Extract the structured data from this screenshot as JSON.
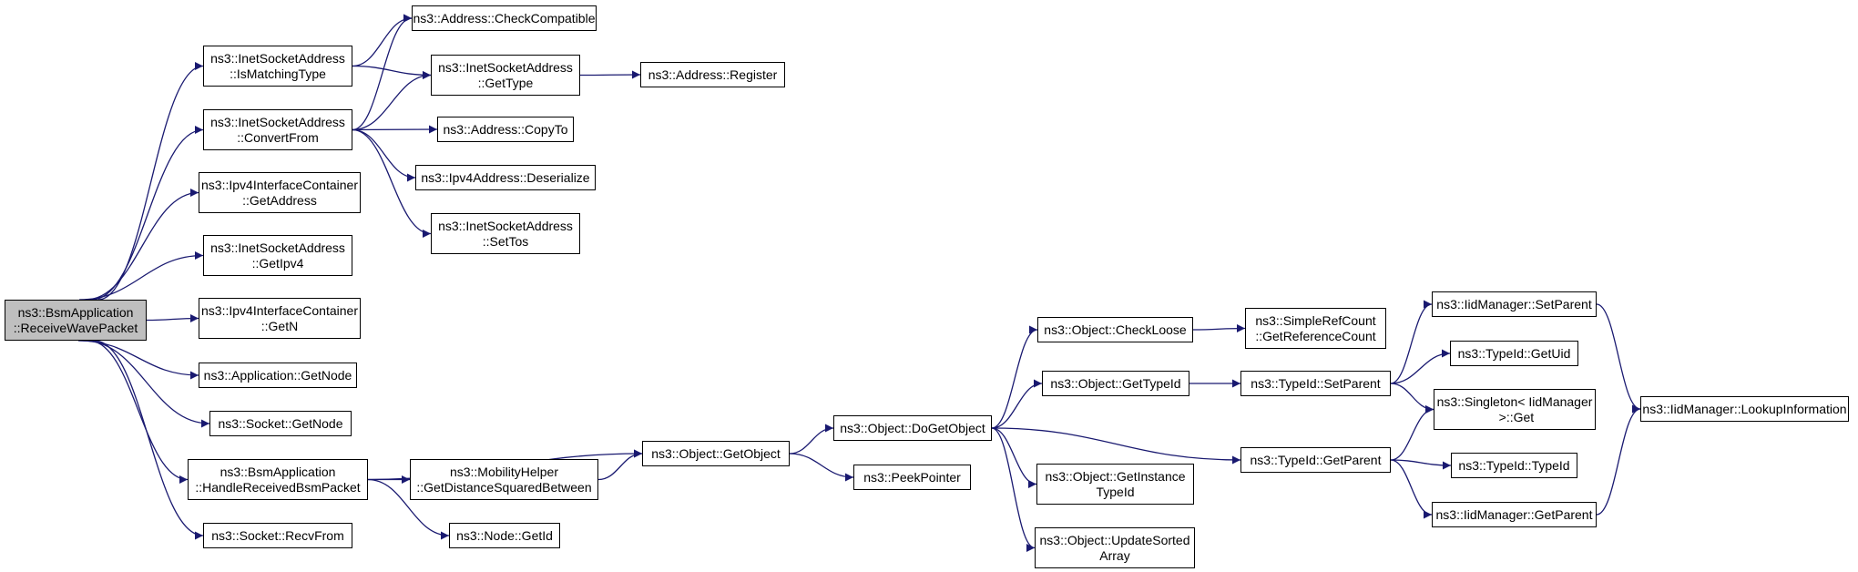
{
  "graph": {
    "edge_color": "#191970",
    "root_fill": "#bfbfbf",
    "nodes": [
      {
        "id": "root",
        "label": "ns3::BsmApplication\n::ReceiveWavePacket",
        "root": true
      },
      {
        "id": "ismatching",
        "label": "ns3::InetSocketAddress\n::IsMatchingType"
      },
      {
        "id": "convertfrom",
        "label": "ns3::InetSocketAddress\n::ConvertFrom"
      },
      {
        "id": "ipv4getaddr",
        "label": "ns3::Ipv4InterfaceContainer\n::GetAddress"
      },
      {
        "id": "getipv4",
        "label": "ns3::InetSocketAddress\n::GetIpv4"
      },
      {
        "id": "getn",
        "label": "ns3::Ipv4InterfaceContainer\n::GetN"
      },
      {
        "id": "appgetnode",
        "label": "ns3::Application::GetNode"
      },
      {
        "id": "sockgetnode",
        "label": "ns3::Socket::GetNode"
      },
      {
        "id": "handlebsm",
        "label": "ns3::BsmApplication\n::HandleReceivedBsmPacket"
      },
      {
        "id": "recvfrom",
        "label": "ns3::Socket::RecvFrom"
      },
      {
        "id": "checkcompat",
        "label": "ns3::Address::CheckCompatible"
      },
      {
        "id": "inetgettype",
        "label": "ns3::InetSocketAddress\n::GetType"
      },
      {
        "id": "copyto",
        "label": "ns3::Address::CopyTo"
      },
      {
        "id": "ipv4deser",
        "label": "ns3::Ipv4Address::Deserialize"
      },
      {
        "id": "settos",
        "label": "ns3::InetSocketAddress\n::SetTos"
      },
      {
        "id": "register",
        "label": "ns3::Address::Register"
      },
      {
        "id": "getdist",
        "label": "ns3::MobilityHelper\n::GetDistanceSquaredBetween"
      },
      {
        "id": "nodegetid",
        "label": "ns3::Node::GetId"
      },
      {
        "id": "getobject",
        "label": "ns3::Object::GetObject"
      },
      {
        "id": "dogetobject",
        "label": "ns3::Object::DoGetObject"
      },
      {
        "id": "peekpointer",
        "label": "ns3::PeekPointer"
      },
      {
        "id": "checkloose",
        "label": "ns3::Object::CheckLoose"
      },
      {
        "id": "objgettypeid",
        "label": "ns3::Object::GetTypeId"
      },
      {
        "id": "getinstance",
        "label": "ns3::Object::GetInstance\nTypeId"
      },
      {
        "id": "updatesorted",
        "label": "ns3::Object::UpdateSorted\nArray"
      },
      {
        "id": "getrefcount",
        "label": "ns3::SimpleRefCount\n::GetReferenceCount"
      },
      {
        "id": "tidsetparent",
        "label": "ns3::TypeId::SetParent"
      },
      {
        "id": "tidgetparent",
        "label": "ns3::TypeId::GetParent"
      },
      {
        "id": "iidsetparent",
        "label": "ns3::IidManager::SetParent"
      },
      {
        "id": "getuid",
        "label": "ns3::TypeId::GetUid"
      },
      {
        "id": "singleton",
        "label": "ns3::Singleton< IidManager\n >::Get"
      },
      {
        "id": "typeidctor",
        "label": "ns3::TypeId::TypeId"
      },
      {
        "id": "iidgetparent",
        "label": "ns3::IidManager::GetParent"
      },
      {
        "id": "lookup",
        "label": "ns3::IidManager::LookupInformation"
      }
    ],
    "edges": [
      [
        "root",
        "ismatching"
      ],
      [
        "root",
        "convertfrom"
      ],
      [
        "root",
        "ipv4getaddr"
      ],
      [
        "root",
        "getipv4"
      ],
      [
        "root",
        "getn"
      ],
      [
        "root",
        "appgetnode"
      ],
      [
        "root",
        "sockgetnode"
      ],
      [
        "root",
        "handlebsm"
      ],
      [
        "root",
        "recvfrom"
      ],
      [
        "ismatching",
        "checkcompat"
      ],
      [
        "ismatching",
        "inetgettype"
      ],
      [
        "convertfrom",
        "checkcompat"
      ],
      [
        "convertfrom",
        "inetgettype"
      ],
      [
        "convertfrom",
        "copyto"
      ],
      [
        "convertfrom",
        "ipv4deser"
      ],
      [
        "convertfrom",
        "settos"
      ],
      [
        "inetgettype",
        "register"
      ],
      [
        "handlebsm",
        "getobject"
      ],
      [
        "handlebsm",
        "getdist"
      ],
      [
        "handlebsm",
        "nodegetid"
      ],
      [
        "getdist",
        "getobject"
      ],
      [
        "getobject",
        "dogetobject"
      ],
      [
        "getobject",
        "peekpointer"
      ],
      [
        "dogetobject",
        "checkloose"
      ],
      [
        "dogetobject",
        "objgettypeid"
      ],
      [
        "dogetobject",
        "getinstance"
      ],
      [
        "dogetobject",
        "updatesorted"
      ],
      [
        "dogetobject",
        "tidgetparent"
      ],
      [
        "checkloose",
        "getrefcount"
      ],
      [
        "objgettypeid",
        "tidsetparent"
      ],
      [
        "tidsetparent",
        "iidsetparent"
      ],
      [
        "tidsetparent",
        "getuid"
      ],
      [
        "tidsetparent",
        "singleton"
      ],
      [
        "tidgetparent",
        "singleton"
      ],
      [
        "tidgetparent",
        "typeidctor"
      ],
      [
        "tidgetparent",
        "iidgetparent"
      ],
      [
        "iidsetparent",
        "lookup"
      ],
      [
        "iidgetparent",
        "lookup"
      ]
    ]
  }
}
